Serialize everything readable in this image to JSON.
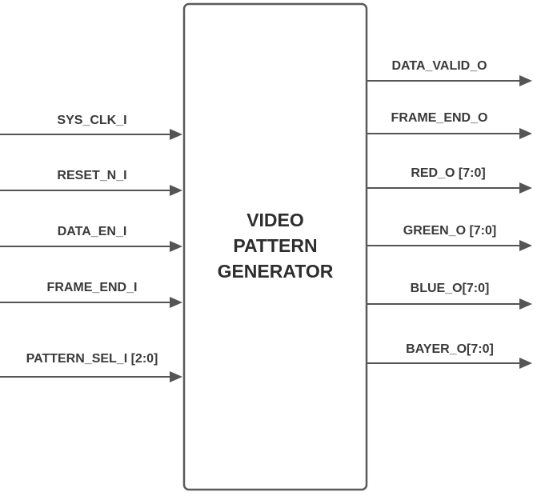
{
  "block": {
    "title_lines": [
      "VIDEO",
      "PATTERN",
      "GENERATOR"
    ]
  },
  "inputs": [
    {
      "label": "SYS_CLK_I"
    },
    {
      "label": "RESET_N_I"
    },
    {
      "label": "DATA_EN_I"
    },
    {
      "label": "FRAME_END_I"
    },
    {
      "label": "PATTERN_SEL_I [2:0]"
    }
  ],
  "outputs": [
    {
      "label": "DATA_VALID_O"
    },
    {
      "label": "FRAME_END_O"
    },
    {
      "label": "RED_O  [7:0]"
    },
    {
      "label": "GREEN_O [7:0]"
    },
    {
      "label": "BLUE_O[7:0]"
    },
    {
      "label": "BAYER_O[7:0]"
    }
  ],
  "colors": {
    "line": "#555555",
    "text": "#3a3a3a",
    "block_border": "#5a5a5a"
  }
}
